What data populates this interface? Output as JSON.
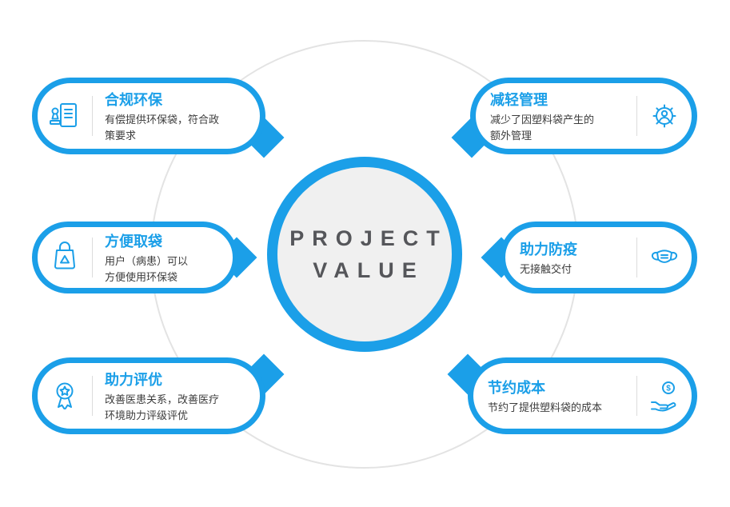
{
  "colors": {
    "accent": "#1b9fe8",
    "ring": "#e3e3e3",
    "centerFill": "#f0f0f0",
    "text": "#3c3c3c",
    "centerText": "#55565a"
  },
  "center": {
    "line1": "PROJECT",
    "line2": "VALUE"
  },
  "items": [
    {
      "id": "compliance",
      "side": "left",
      "icon": "stamp-icon",
      "title": "合规环保",
      "desc": "有偿提供环保袋，符合政策要求"
    },
    {
      "id": "convenient",
      "side": "left",
      "icon": "bag-icon",
      "title": "方便取袋",
      "desc": "用户（病患）可以方便使用环保袋"
    },
    {
      "id": "award",
      "side": "left",
      "icon": "award-icon",
      "title": "助力评优",
      "desc": "改善医患关系，改善医疗环境助力评级评优"
    },
    {
      "id": "management",
      "side": "right",
      "icon": "gear-user-icon",
      "title": "减轻管理",
      "desc": "减少了因塑料袋产生的额外管理"
    },
    {
      "id": "epidemic",
      "side": "right",
      "icon": "mask-icon",
      "title": "助力防疫",
      "desc": "无接触交付"
    },
    {
      "id": "cost",
      "side": "right",
      "icon": "hand-coin-icon",
      "title": "节约成本",
      "desc": "节约了提供塑料袋的成本"
    }
  ]
}
